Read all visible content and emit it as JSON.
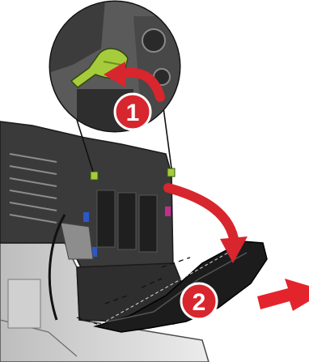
{
  "steps": [
    {
      "number": "1",
      "action": "press-latch"
    },
    {
      "number": "2",
      "action": "remove-cover"
    }
  ],
  "colors": {
    "callout_red": "#d7262e",
    "arrow_red": "#e4242c",
    "latch_green": "#a6cc3c",
    "printer_dark": "#2a2a2a",
    "printer_mid": "#6a6a6a",
    "printer_light": "#d9d9d9",
    "cover_dark": "#1c1c1c"
  },
  "icons": [
    "magnifier-callout",
    "curved-arrow",
    "step-badge",
    "direction-arrow"
  ]
}
